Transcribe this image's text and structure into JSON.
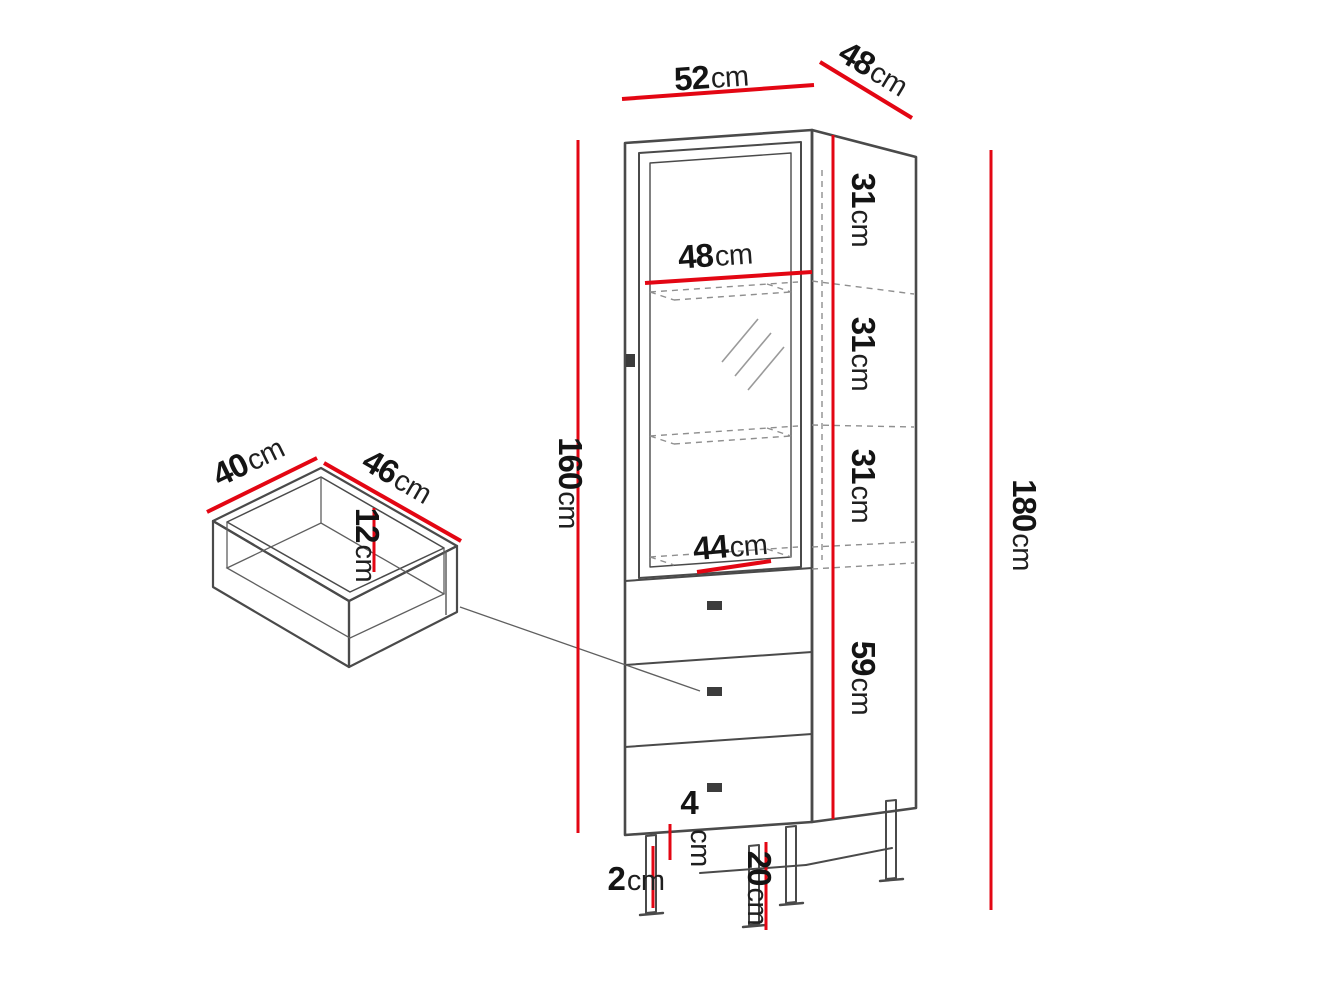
{
  "diagram": {
    "type": "furniture dimension diagram",
    "subject": "tall display cabinet with glass door, shelves, three drawers and metal legs, with open-drawer detail",
    "colors": {
      "dimension_line": "#e30613",
      "furniture_line": "#4a4a4a",
      "hidden_line": "#8f8f8f",
      "text": "#141414",
      "background": "#ffffff"
    },
    "dimensions": {
      "cabinet_width": {
        "value": "52",
        "unit": "cm"
      },
      "cabinet_depth": {
        "value": "48",
        "unit": "cm"
      },
      "body_height": {
        "value": "160",
        "unit": "cm"
      },
      "total_height": {
        "value": "180",
        "unit": "cm"
      },
      "shelf_width": {
        "value": "48",
        "unit": "cm"
      },
      "section_1_height": {
        "value": "31",
        "unit": "cm"
      },
      "section_2_height": {
        "value": "31",
        "unit": "cm"
      },
      "section_3_height": {
        "value": "31",
        "unit": "cm"
      },
      "drawer_section_height": {
        "value": "59",
        "unit": "cm"
      },
      "bottom_shelf_width": {
        "value": "44",
        "unit": "cm"
      },
      "drawer_depth": {
        "value": "40",
        "unit": "cm"
      },
      "drawer_width": {
        "value": "46",
        "unit": "cm"
      },
      "drawer_height": {
        "value": "12",
        "unit": "cm"
      },
      "leg_thickness": {
        "value": "2",
        "unit": "cm"
      },
      "leg_inset": {
        "value": "4",
        "unit": "cm"
      },
      "leg_height": {
        "value": "20",
        "unit": "cm"
      }
    }
  }
}
